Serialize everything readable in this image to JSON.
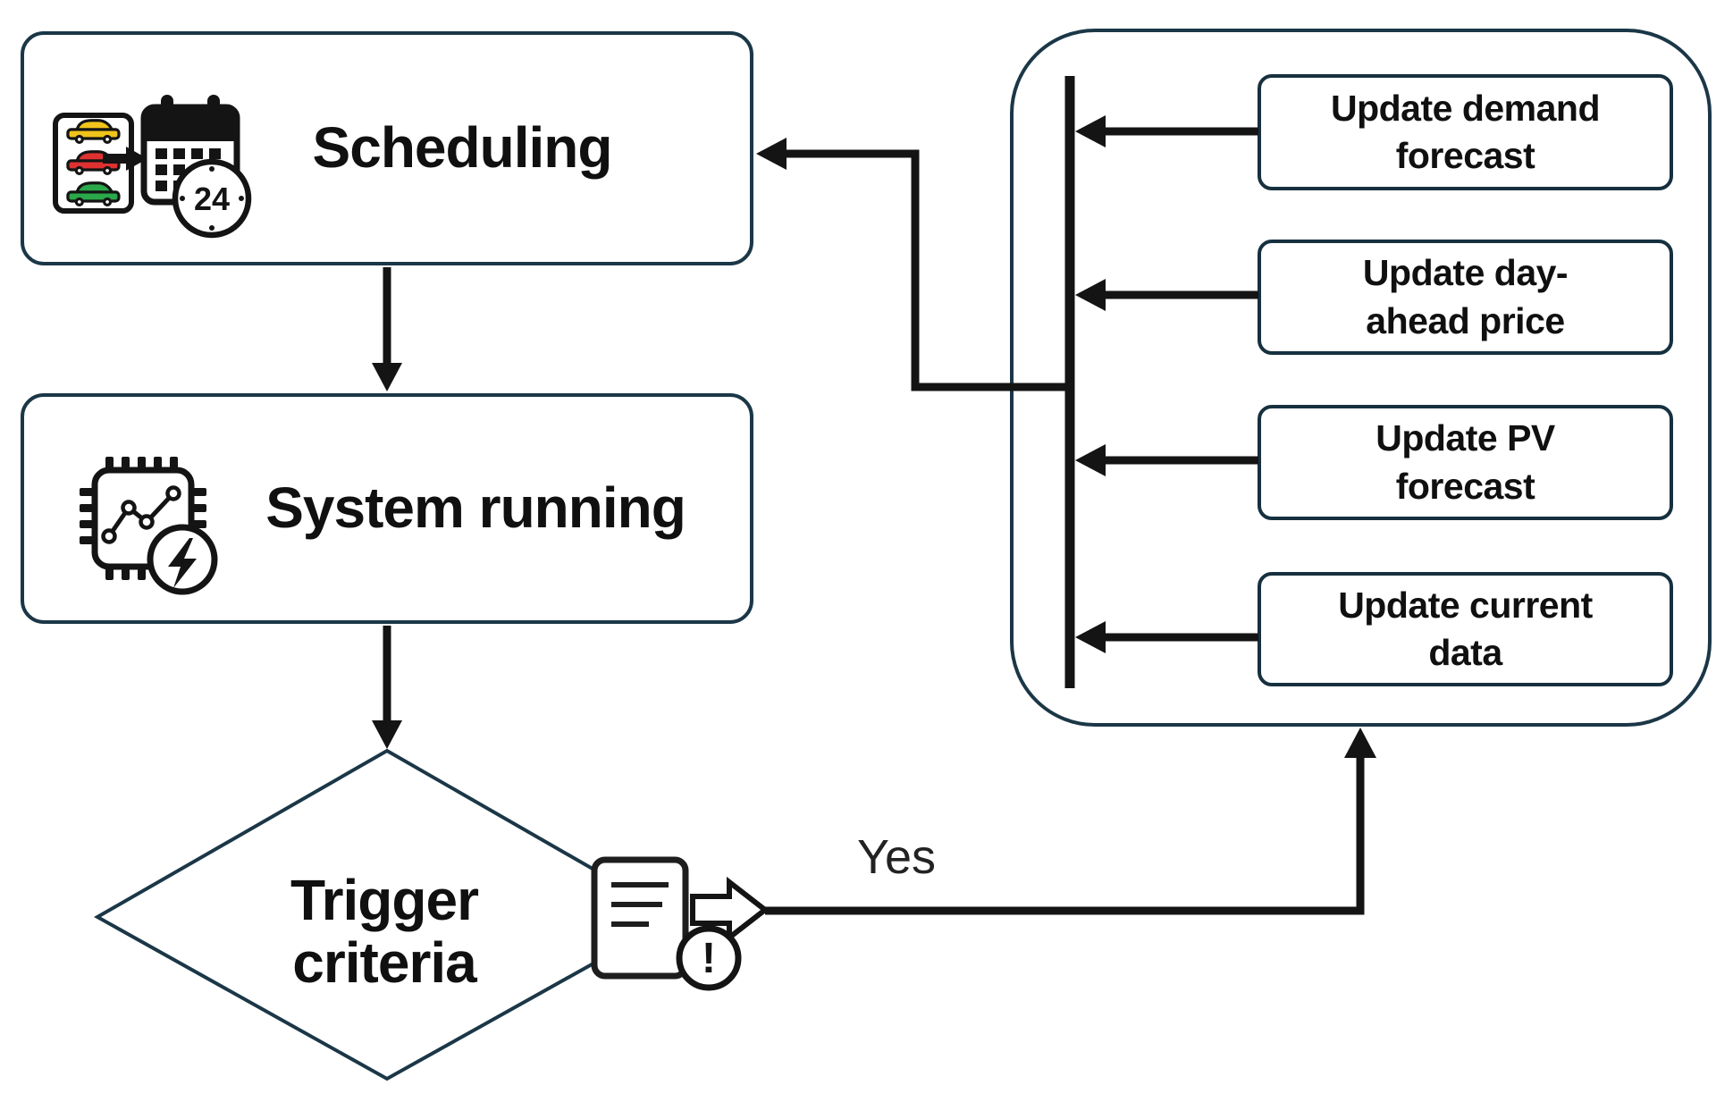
{
  "nodes": {
    "scheduling": {
      "label": "Scheduling"
    },
    "system_running": {
      "label": "System running"
    },
    "trigger_criteria": {
      "label": "Trigger\ncriteria"
    }
  },
  "updates_panel": {
    "items": [
      {
        "label": "Update demand\nforecast"
      },
      {
        "label": "Update day-\nahead price"
      },
      {
        "label": "Update PV\nforecast"
      },
      {
        "label": "Update current\ndata"
      }
    ]
  },
  "edge_labels": {
    "yes": "Yes"
  },
  "icon_text": {
    "clock": "24",
    "alert": "!"
  },
  "colors": {
    "border_navy": "#1b3747",
    "update_box_border": "#16303f",
    "line_black": "#141414",
    "car_yellow": "#f0c41b",
    "car_red": "#e03131",
    "car_green": "#2aa84a",
    "background": "#ffffff"
  }
}
